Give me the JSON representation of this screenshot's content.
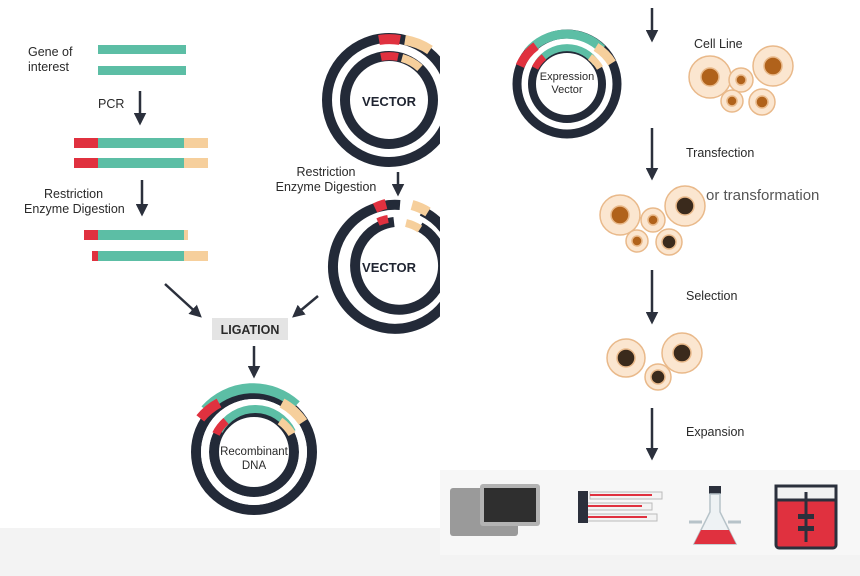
{
  "left": {
    "gene_of_interest_line1": "Gene of",
    "gene_of_interest_line2": "interest",
    "pcr": "PCR",
    "restriction_left_line1": "Restriction",
    "restriction_left_line2": "Enzyme Digestion",
    "restriction_right_line1": "Restriction",
    "restriction_right_line2": "Enzyme Digestion",
    "vector_top": "VECTOR",
    "vector_cut": "VECTOR",
    "ligation": "LIGATION",
    "recombinant_line1": "Recombinant",
    "recombinant_line2": "DNA"
  },
  "right": {
    "expression_line1": "Expression",
    "expression_line2": "Vector",
    "cell_line": "Cell Line",
    "transfection": "Transfection",
    "or_transformation": "or transformation",
    "selection": "Selection",
    "expansion": "Expansion"
  },
  "colors": {
    "gene_green": "#5cbea5",
    "cut_red": "#e0313f",
    "tan": "#f6cf9c",
    "ring_dark": "#232a38",
    "cell_fill": "#fbe6d0",
    "cell_nucleus": "#b0621b",
    "ligation_box": "#e4e4e4",
    "arrow": "#2b303c"
  }
}
